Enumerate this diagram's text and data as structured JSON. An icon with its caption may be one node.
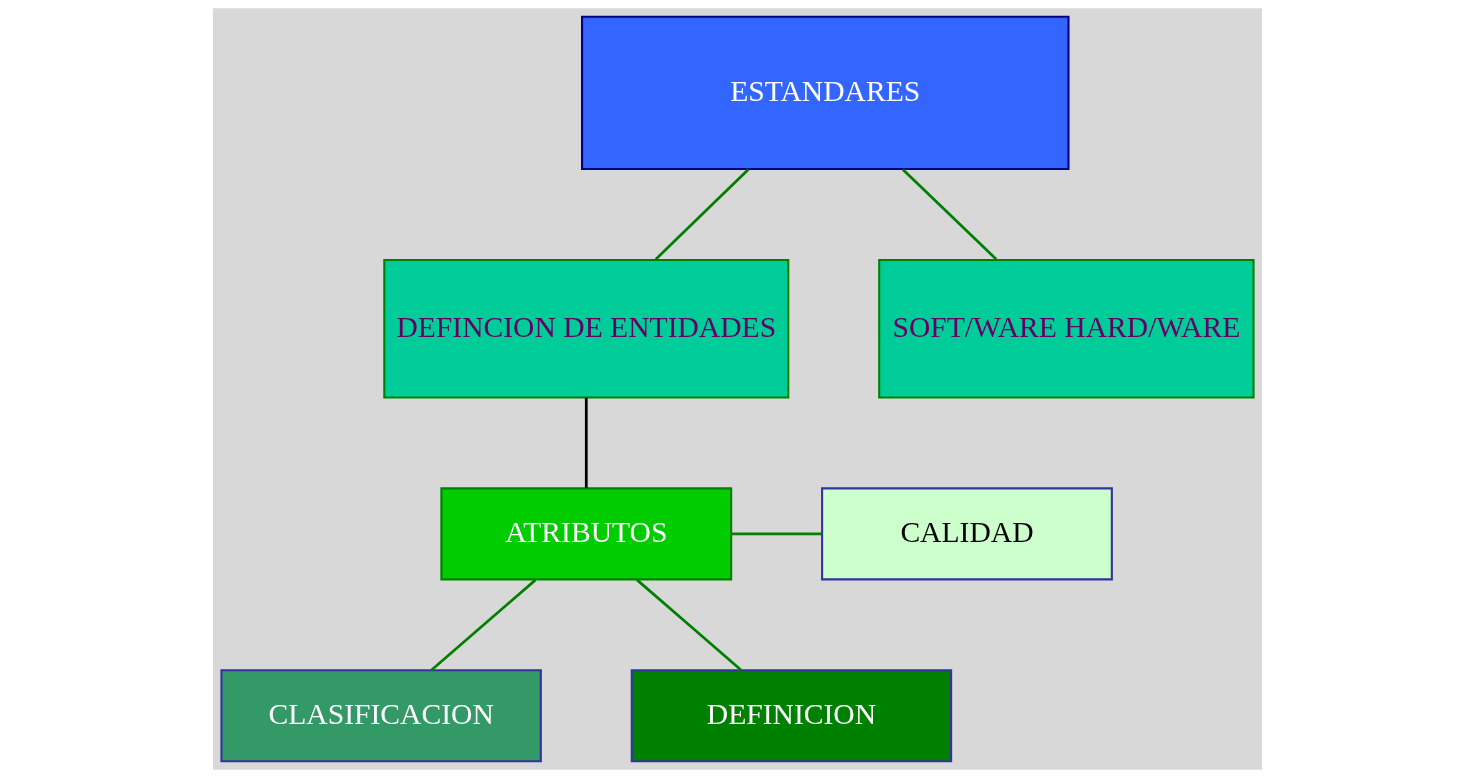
{
  "diagram": {
    "nodes": [
      {
        "text": [
          "ESTANDARES"
        ]
      },
      {
        "text": [
          "DEFINCION DE ENTIDADES"
        ]
      },
      {
        "text": [
          "SOFT/WARE HARD/WARE"
        ]
      },
      {
        "text": [
          "CALIDAD"
        ]
      },
      {
        "text": [
          "ATRIBUTOS"
        ]
      },
      {
        "text": [
          "CLASIFICACION"
        ]
      },
      {
        "text": [
          "DEFINICION"
        ]
      }
    ],
    "edges": [
      {
        "from": 0,
        "to": 1,
        "arrow": "none",
        "color": "#008000"
      },
      {
        "from": 0,
        "to": 2,
        "arrow": "none",
        "color": "#008000"
      },
      {
        "from": 1,
        "to": 4,
        "arrow": "none",
        "color": "#000000"
      },
      {
        "from": 4,
        "to": 3,
        "arrow": "none",
        "color": "#008000"
      },
      {
        "from": 4,
        "to": 5,
        "arrow": "none",
        "color": "#008000"
      },
      {
        "from": 4,
        "to": 6,
        "arrow": "none",
        "color": "#008000"
      }
    ]
  }
}
